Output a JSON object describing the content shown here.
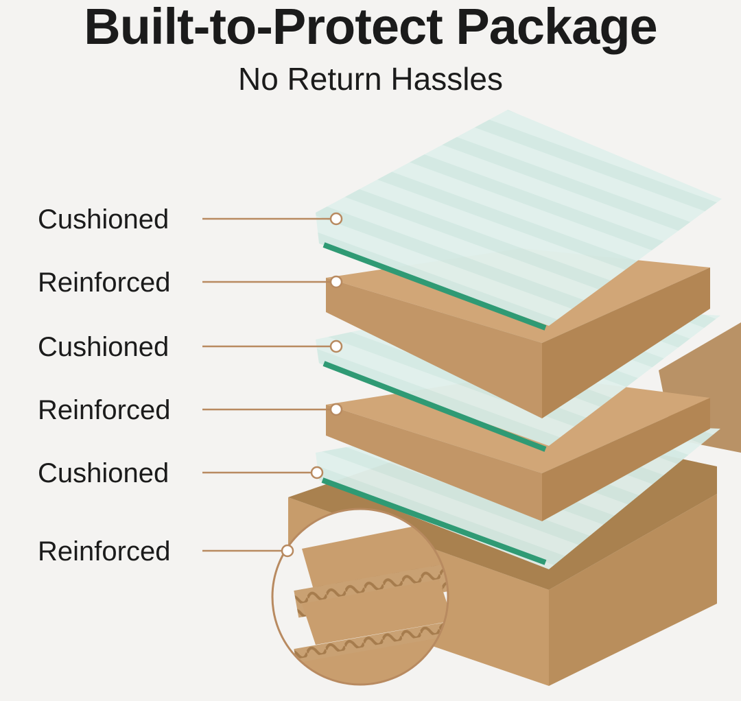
{
  "header": {
    "title": "Built-to-Protect Package",
    "subtitle": "No Return Hassles"
  },
  "layers": [
    {
      "label": "Cushioned"
    },
    {
      "label": "Reinforced"
    },
    {
      "label": "Cushioned"
    },
    {
      "label": "Reinforced"
    },
    {
      "label": "Cushioned"
    },
    {
      "label": "Reinforced"
    }
  ],
  "colors": {
    "background": "#f4f3f1",
    "kraft": "#c49a6c",
    "foam": "#dceee9",
    "glass_edge": "#3aa783",
    "leader_line": "#b88a60"
  }
}
